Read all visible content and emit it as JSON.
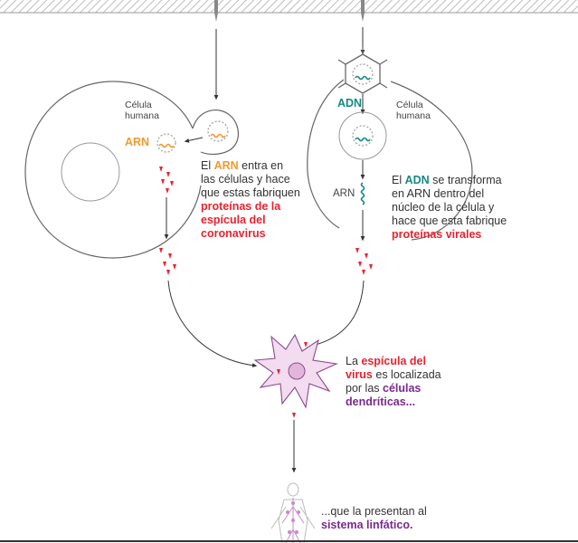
{
  "left_cell": {
    "cell_label_1": "Célula",
    "cell_label_2": "humana",
    "rna_tag": "ARN"
  },
  "right_cell": {
    "dna_tag": "ADN",
    "cell_label_1": "Célula",
    "cell_label_2": "humana",
    "rna_tag": "ARN"
  },
  "text_left": {
    "l1_a": "El ",
    "l1_b": "ARN",
    "l1_c": " entra en",
    "l2": "las células y hace",
    "l3": "que estas fabriquen",
    "l4": "proteínas de la",
    "l5": "espícula del",
    "l6": "coronavirus"
  },
  "text_right": {
    "l1_a": "El ",
    "l1_b": "ADN",
    "l1_c": " se transforma",
    "l2": "en ARN dentro del",
    "l3": "núcleo de la célula y",
    "l4": "hace que esta fabrique",
    "l5": "proteínas virales"
  },
  "text_dendritic": {
    "l1_a": "La ",
    "l1_b": "espícula del",
    "l2_a": "virus",
    "l2_b": " es localizada",
    "l3_a": "por las ",
    "l3_b": "células",
    "l4": "dendríticas..."
  },
  "text_lymph": {
    "l1": "...que la presentan al",
    "l2": "sistema linfático."
  },
  "colors": {
    "red": "#e8232f",
    "orange": "#f29a2e",
    "teal": "#138a82",
    "purple": "#7a2a8c",
    "dendritic_fill": "#f3dcef",
    "lymph": "#c98ec8"
  }
}
